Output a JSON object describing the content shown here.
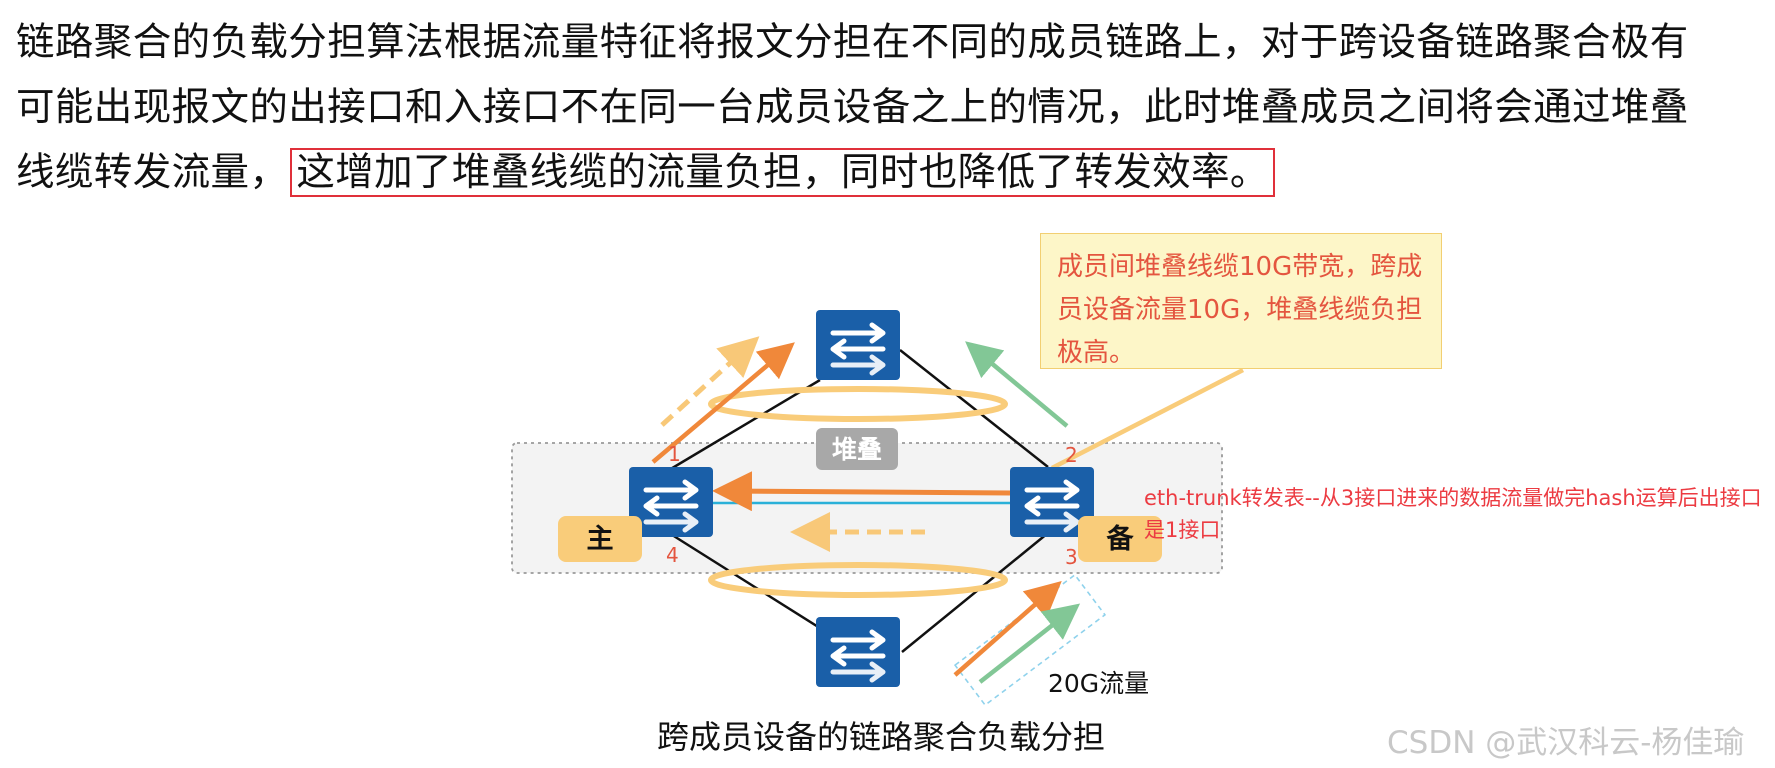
{
  "paragraph": {
    "line1": "链路聚合的负载分担算法根据流量特征将报文分担在不同的成员链路上，对于跨设备链路聚合极有",
    "line2": "可能出现报文的出接口和入接口不在同一台成员设备之上的情况，此时堆叠成员之间将会通过堆叠",
    "line3_plain": "线缆转发流量，",
    "line3_highlight": "这增加了堆叠线缆的流量负担，同时也降低了转发效率。"
  },
  "diagram": {
    "stack_label": "堆叠",
    "primary_label": "主",
    "backup_label": "备",
    "port_labels": [
      "1",
      "2",
      "3",
      "4"
    ],
    "note_box": "成员间堆叠线缆10G带宽，跨成员设备流量10G，堆叠线缆负担极高。",
    "callout_text": "eth-trunk转发表--从3接口进来的数据流量做完hash运算后出接口是1接口",
    "traffic_label": "20G流量",
    "caption": "跨成员设备的链路聚合负载分担"
  },
  "watermark": "CSDN @武汉科云-杨佳瑜",
  "colors": {
    "switch_blue": "#1a5fa8",
    "orange_arrow": "#f0883a",
    "dashed_arrow": "#f8c878",
    "green_arrow": "#82c796",
    "red_text": "#ec3b42",
    "badge_gold": "#f9cc7a"
  },
  "icons": {
    "switch": "switch-icon"
  }
}
